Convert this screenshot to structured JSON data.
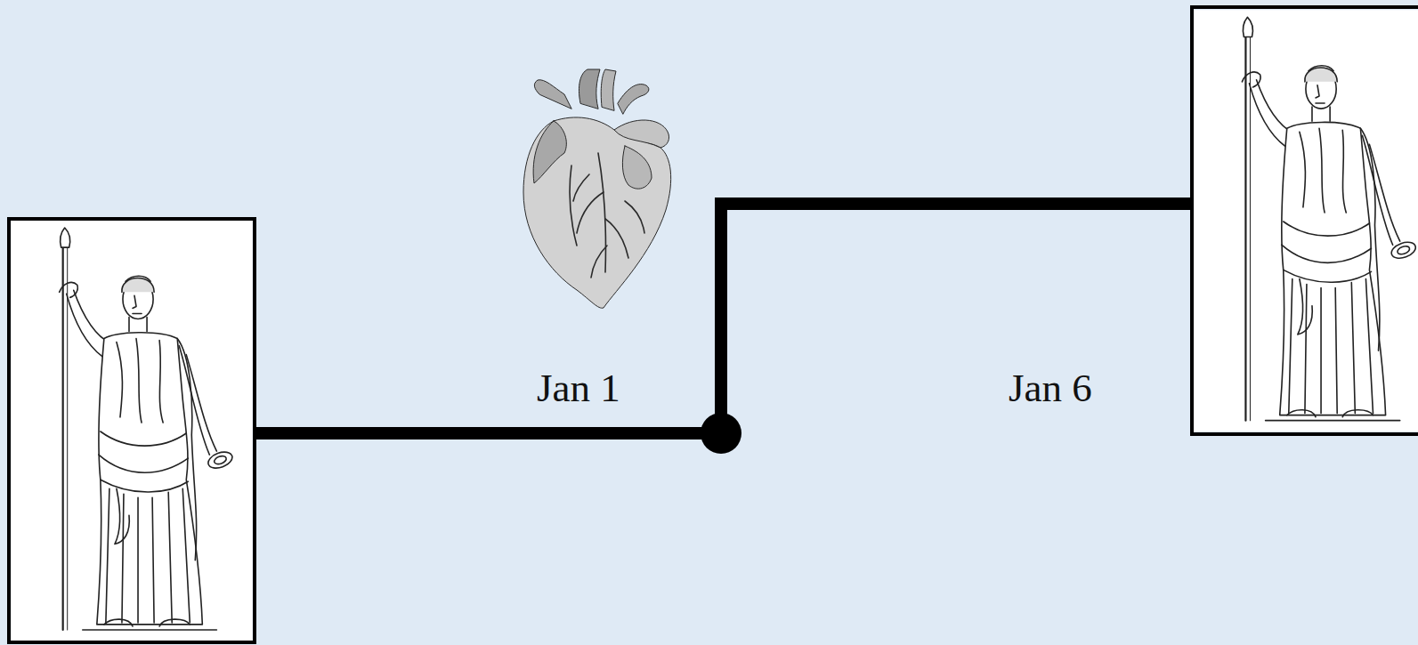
{
  "diagram": {
    "nodes": [
      {
        "text": []
      },
      {
        "text": []
      }
    ],
    "edges": [
      {
        "from": 0,
        "to": 1,
        "arrow": "none"
      }
    ],
    "labels": [
      "Jan 1",
      "Jan 6"
    ]
  }
}
